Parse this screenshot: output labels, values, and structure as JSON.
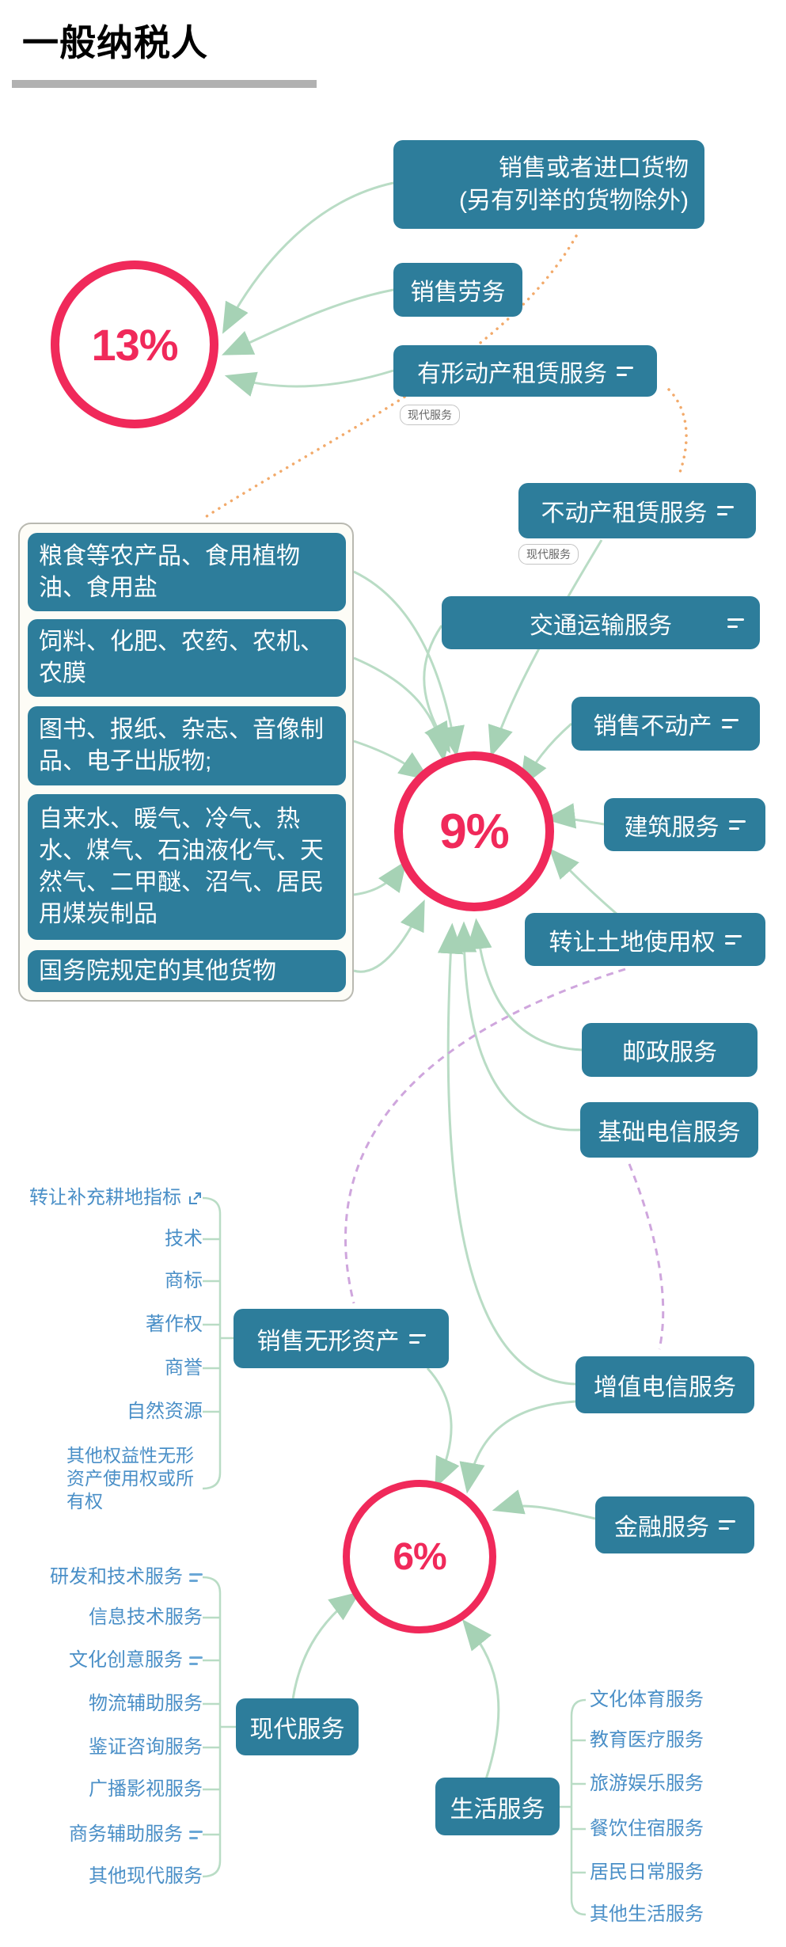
{
  "page_title": "一般纳税人",
  "rate_circles": {
    "r13": "13%",
    "r9": "9%",
    "r6": "6%"
  },
  "nodes": {
    "goods_import_line1": "销售或者进口货物",
    "goods_import_line2": "(另有列举的货物除外)",
    "sell_labor": "销售劳务",
    "tangible_lease": "有形动产租赁服务",
    "modern_service_tag": "现代服务",
    "realestate_lease": "不动产租赁服务",
    "transport": "交通运输服务",
    "sell_realestate": "销售不动产",
    "construction": "建筑服务",
    "land_use_transfer": "转让土地使用权",
    "postal": "邮政服务",
    "basic_telecom": "基础电信服务",
    "sell_intangible": "销售无形资产",
    "value_added_telecom": "增值电信服务",
    "finance": "金融服务",
    "modern_service": "现代服务",
    "life_service": "生活服务"
  },
  "goods_9": [
    "粮食等农产品、食用植物油、食用盐",
    "饲料、化肥、农药、农机、农膜",
    "图书、报纸、杂志、音像制品、电子出版物;",
    "自来水、暖气、冷气、热水、煤气、石油液化气、天然气、二甲醚、沼气、居民用煤炭制品",
    "国务院规定的其他货物"
  ],
  "lists": {
    "intangible": [
      "转让补充耕地指标",
      "技术",
      "商标",
      "著作权",
      "商誉",
      "自然资源",
      "其他权益性无形资产使用权或所有权"
    ],
    "modern": [
      "研发和技术服务",
      "信息技术服务",
      "文化创意服务",
      "物流辅助服务",
      "鉴证咨询服务",
      "广播影视服务",
      "商务辅助服务",
      "其他现代服务"
    ],
    "life": [
      "文化体育服务",
      "教育医疗服务",
      "旅游娱乐服务",
      "餐饮住宿服务",
      "居民日常服务",
      "其他生活服务"
    ]
  },
  "icons": {
    "notes": "two-bar notes glyph ≡",
    "external_link": "open-in-new ⧉"
  },
  "colors": {
    "node_teal": "#2d7d9b",
    "rate_crimson": "#f0295a",
    "connector_green": "#b9dcc5",
    "arrowhead_green": "#a6d2b5",
    "dotted_orange": "#f2aa6b",
    "dashed_purple": "#cfa6dd",
    "list_blue": "#4a8fc7",
    "tag_gray": "#666666",
    "title_bar_gray": "#b1b1b1"
  }
}
